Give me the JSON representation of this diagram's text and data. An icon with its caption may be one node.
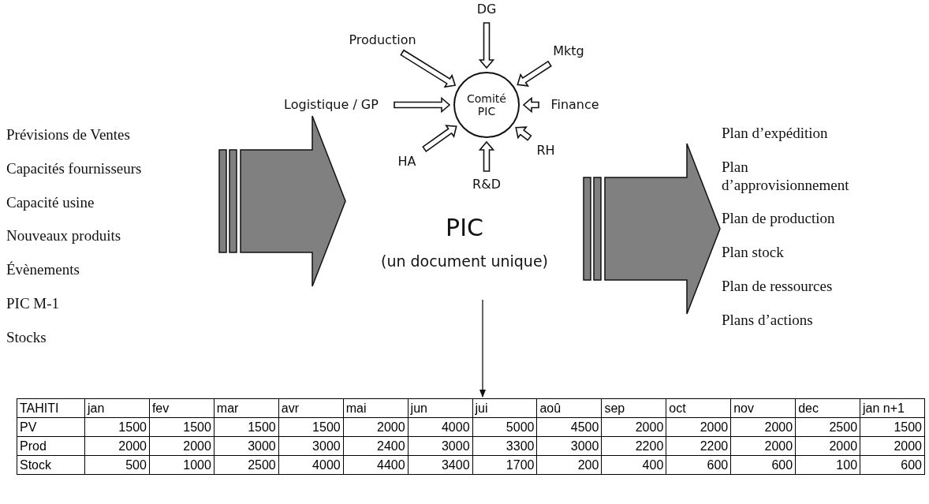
{
  "diagram": {
    "nodes": [
      {
        "text": [
          "Comité PIC"
        ]
      },
      {
        "text": [
          "DG"
        ]
      },
      {
        "text": [
          "Mktg"
        ]
      },
      {
        "text": [
          "Finance"
        ]
      },
      {
        "text": [
          "RH"
        ]
      },
      {
        "text": [
          "R&D"
        ]
      },
      {
        "text": [
          "HA"
        ]
      },
      {
        "text": [
          "Logistique / GP"
        ]
      },
      {
        "text": [
          "Production"
        ]
      },
      {
        "text": [
          "PIC",
          "(un document unique)"
        ]
      },
      {
        "text": [],
        "shape": "table"
      },
      {
        "text": [
          "Prévisions de Ventes",
          "Capacités  fournisseurs",
          "Capacité usine",
          "Nouveaux produits",
          "Évènements",
          "PIC M-1",
          "Stocks"
        ]
      },
      {
        "text": [
          "Plan d’expédition",
          "Plan d’approvisionnement",
          "Plan de production",
          "Plan stock",
          "Plan de ressources",
          "Plans d’actions"
        ]
      }
    ],
    "edges": [
      {
        "from": 1,
        "to": 0,
        "arrow": "to",
        "style": "thick"
      },
      {
        "from": 2,
        "to": 0,
        "arrow": "to",
        "style": "thick"
      },
      {
        "from": 3,
        "to": 0,
        "arrow": "to",
        "style": "thick"
      },
      {
        "from": 4,
        "to": 0,
        "arrow": "to",
        "style": "thick"
      },
      {
        "from": 5,
        "to": 0,
        "arrow": "to",
        "style": "thick"
      },
      {
        "from": 6,
        "to": 0,
        "arrow": "to",
        "style": "thick"
      },
      {
        "from": 7,
        "to": 0,
        "arrow": "to",
        "style": "thick"
      },
      {
        "from": 8,
        "to": 0,
        "arrow": "to",
        "style": "thick"
      },
      {
        "from": 11,
        "to": 9,
        "arrow": "to",
        "style": "thick",
        "color": "#808080"
      },
      {
        "from": 9,
        "to": 12,
        "arrow": "to",
        "style": "thick",
        "color": "#808080"
      },
      {
        "from": 9,
        "to": 10,
        "arrow": "to"
      }
    ],
    "labels": [
      "TAHITI",
      "jan",
      "fev",
      "mar",
      "avr",
      "mai",
      "jun",
      "jui",
      "aoû",
      "sep",
      "oct",
      "nov",
      "dec",
      "jan n+1",
      "PV",
      "1500",
      "1500",
      "1500",
      "1500",
      "2000",
      "4000",
      "5000",
      "4500",
      "2000",
      "2000",
      "2000",
      "2500",
      "1500",
      "Prod",
      "2000",
      "2000",
      "3000",
      "3000",
      "2400",
      "3000",
      "3300",
      "3000",
      "2200",
      "2200",
      "2000",
      "2000",
      "2000",
      "Stock",
      "500",
      "1000",
      "2500",
      "4000",
      "4400",
      "3400",
      "1700",
      "200",
      "400",
      "600",
      "600",
      "100",
      "600"
    ]
  }
}
